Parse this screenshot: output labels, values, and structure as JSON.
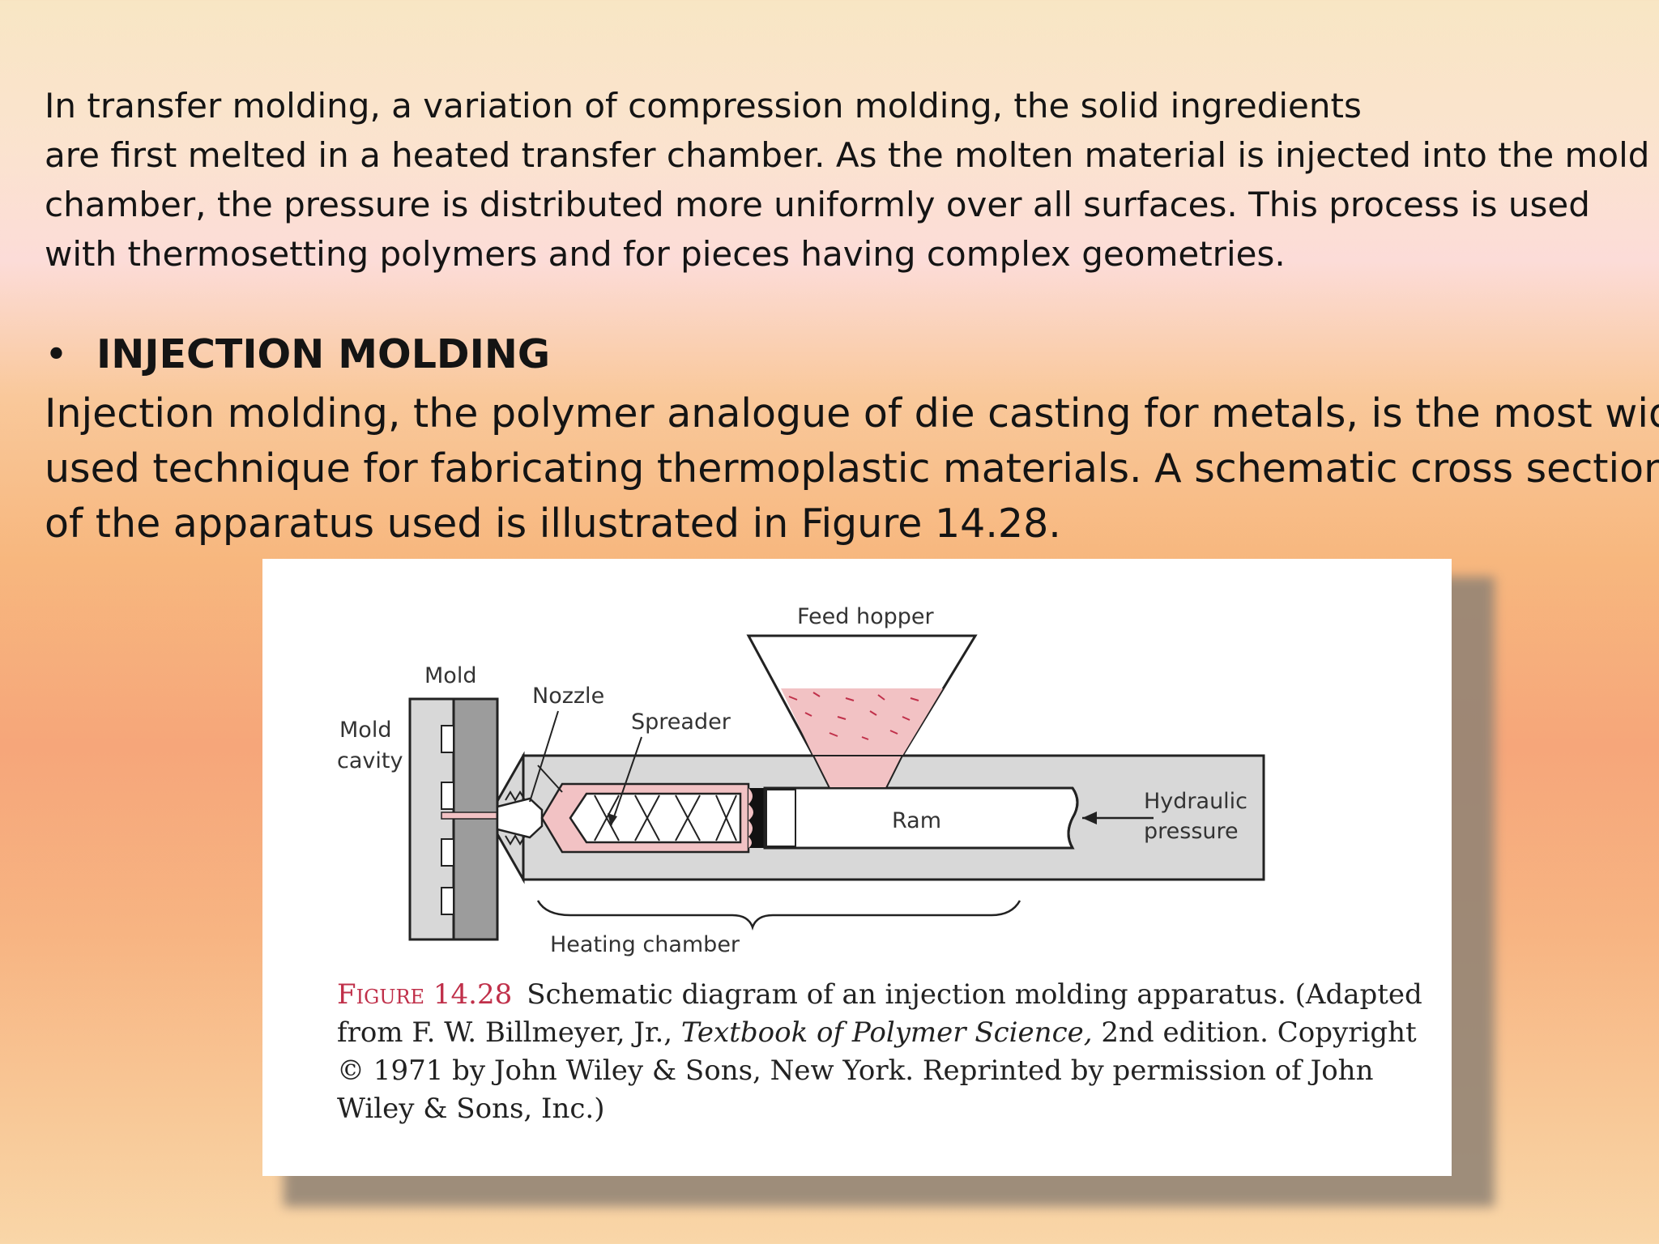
{
  "intro_lines": [
    "In transfer molding, a variation of compression molding, the solid ingredients",
    "are first melted in a heated transfer chamber. As the molten material is injected into the mold",
    "chamber, the pressure is distributed more uniformly over all surfaces. This process is used",
    "with thermosetting polymers and for pieces having complex geometries."
  ],
  "bullet": {
    "symbol": "•",
    "heading": "INJECTION MOLDING"
  },
  "body_lines": [
    "Injection molding, the polymer analogue of die casting for metals, is the most widely",
    "used technique for fabricating thermoplastic materials. A schematic cross section",
    "of the apparatus used is illustrated in Figure 14.28."
  ],
  "figure": {
    "labels": {
      "feed_hopper": "Feed hopper",
      "mold": "Mold",
      "nozzle": "Nozzle",
      "spreader": "Spreader",
      "mold_cavity_1": "Mold",
      "mold_cavity_2": "cavity",
      "ram": "Ram",
      "hydraulic_1": "Hydraulic",
      "hydraulic_2": "pressure",
      "heating_chamber": "Heating chamber"
    },
    "caption": {
      "number": "Figure 14.28",
      "part1": "Schematic diagram of an injection molding apparatus. (Adapted from F. W. Billmeyer, Jr., ",
      "book": "Textbook of Polymer Science,",
      "part2": " 2nd edition. Copyright © 1971 by John Wiley & Sons, New York. Reprinted by permission of John Wiley & Sons, Inc.)"
    },
    "colors": {
      "material": "#f2c2c4",
      "accent": "#c0304a",
      "metal": "#d8d8d8"
    }
  }
}
